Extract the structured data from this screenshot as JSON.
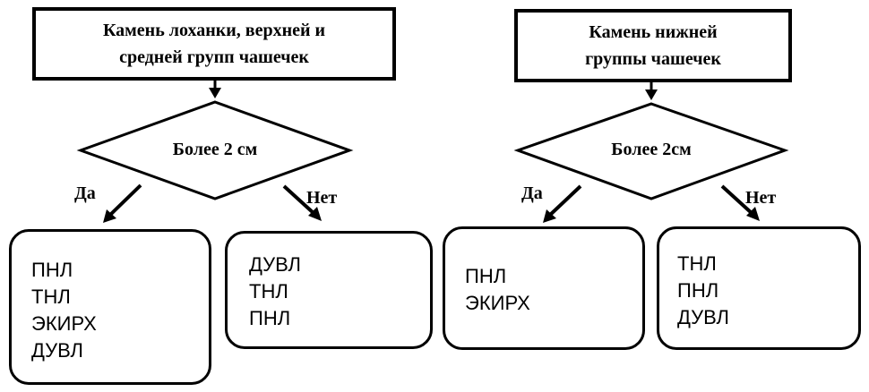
{
  "left": {
    "header": [
      "Камень лоханки, верхней и",
      "средней групп чашечек"
    ],
    "decision": "Более 2 см",
    "yes_label": "Да",
    "no_label": "Нет",
    "yes_items": [
      "ПНЛ",
      "ТНЛ",
      "ЭКИРХ",
      "ДУВЛ"
    ],
    "no_items": [
      "ДУВЛ",
      "ТНЛ",
      "ПНЛ"
    ]
  },
  "right": {
    "header": [
      "Камень нижней",
      "группы чашечек"
    ],
    "decision": "Более  2см",
    "yes_label": "Да",
    "no_label": "Нет",
    "yes_items": [
      "ПНЛ",
      "ЭКИРХ"
    ],
    "no_items": [
      "ТНЛ",
      "ПНЛ",
      "ДУВЛ"
    ]
  },
  "colors": {
    "stroke": "#000000",
    "background": "#ffffff"
  }
}
